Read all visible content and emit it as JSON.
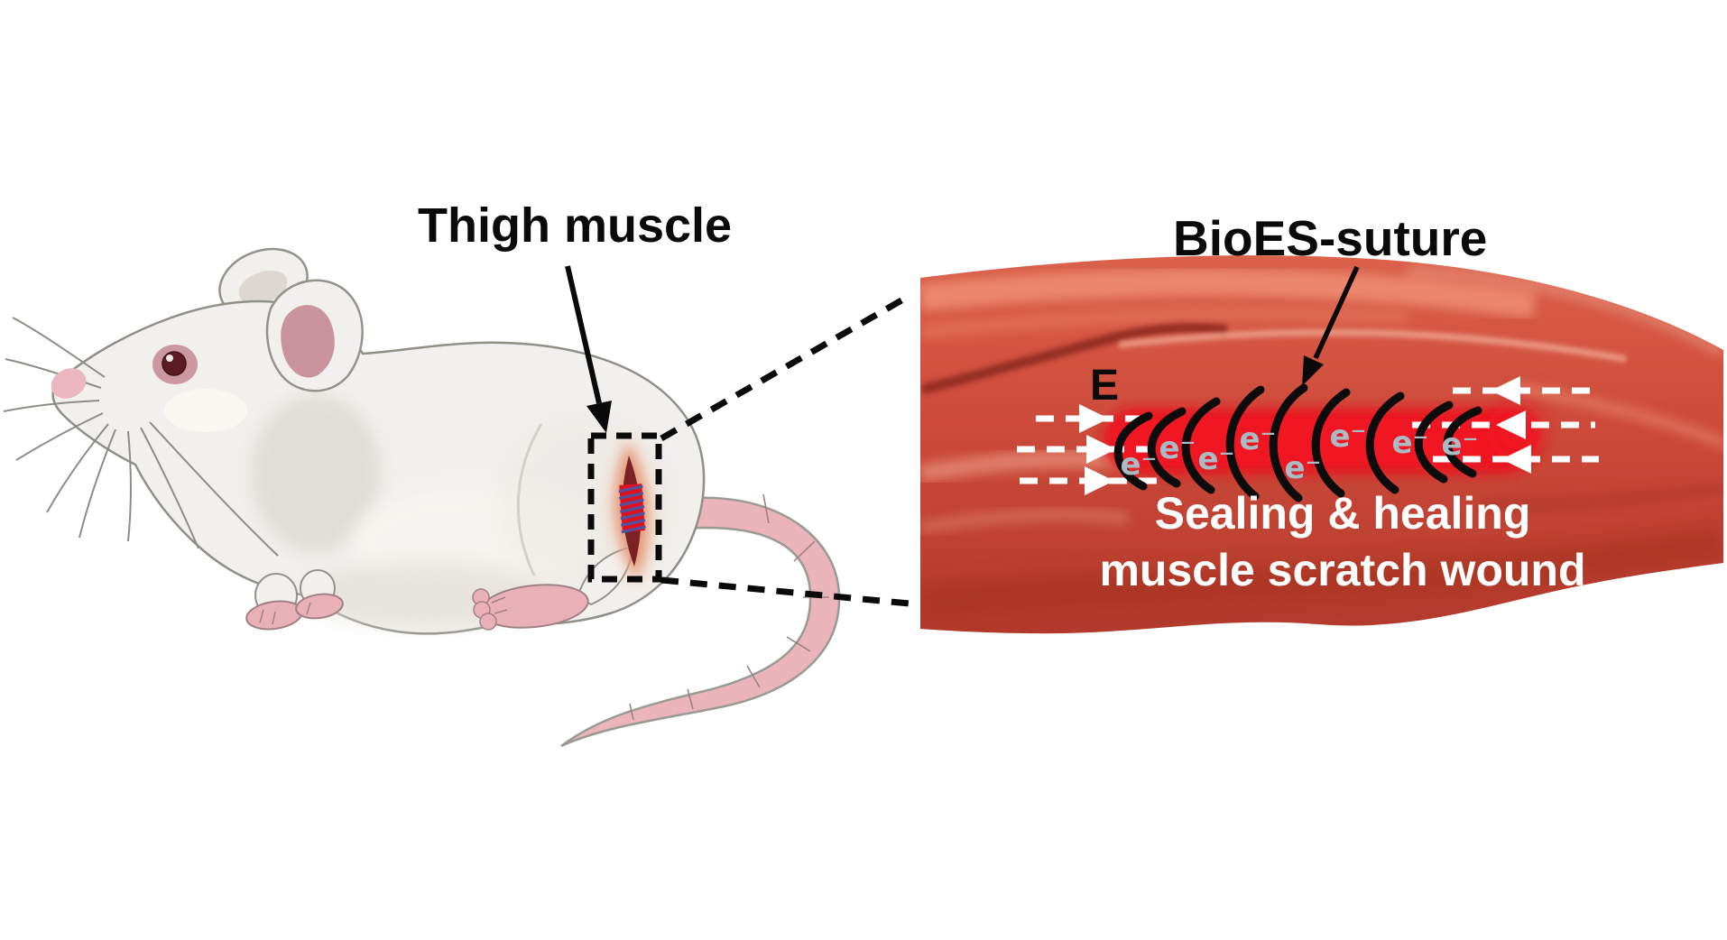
{
  "figure": {
    "left_panel": {
      "label": "Thigh muscle"
    },
    "right_panel": {
      "label": "BioES-suture",
      "field_label": "E",
      "electron_symbol": "e⁻",
      "electron_count": 8,
      "caption_line1": "Sealing & healing",
      "caption_line2": "muscle scratch wound"
    },
    "colors": {
      "annotation_black": "#0a0a0a",
      "caption_white": "#ffffff",
      "wound_band_red": "#ea1420",
      "electron_blue_gray": "#a9bcc5",
      "muscle_base": "#cd4a3a",
      "mouse_body": "#f2f0ee",
      "mouse_pink": "#e9b0b8",
      "wound_dark": "#7c2227",
      "suture_patch_red": "#dd1420",
      "suture_stripe_blue": "#4a55a8"
    }
  }
}
